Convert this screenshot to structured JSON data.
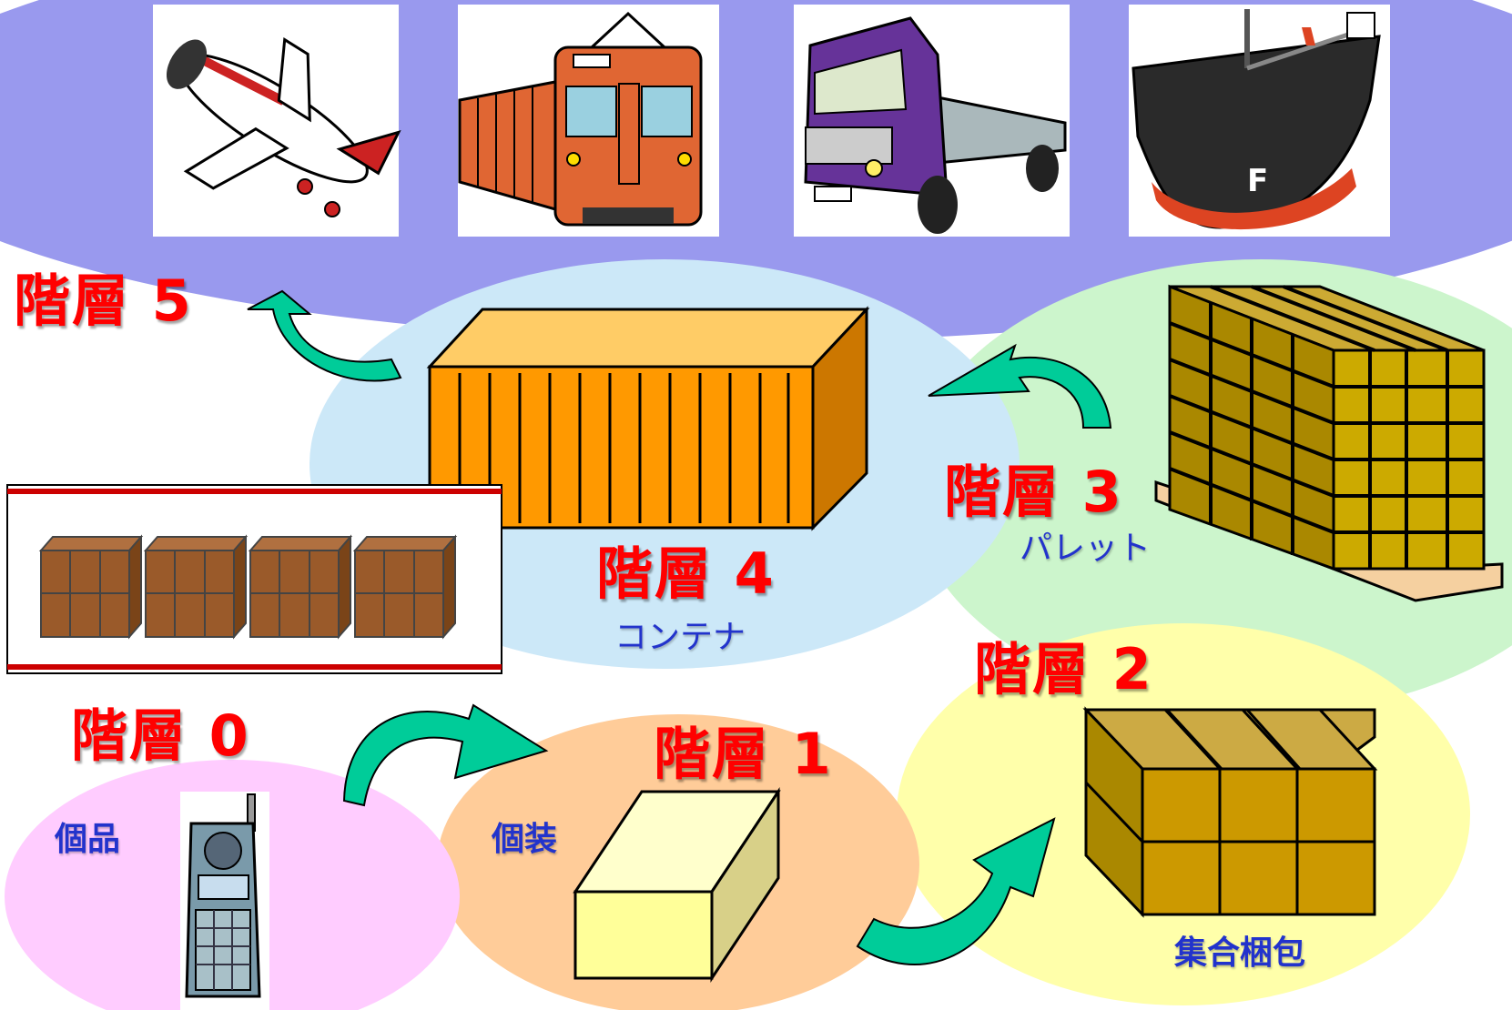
{
  "levels": {
    "l0": {
      "title": "階層 0",
      "sub": "個品"
    },
    "l1": {
      "title": "階層 1",
      "sub": "個装"
    },
    "l2": {
      "title": "階層 2",
      "sub": "集合梱包"
    },
    "l3": {
      "title": "階層 3",
      "sub": "パレット"
    },
    "l4": {
      "title": "階層 4",
      "sub": "コンテナ"
    },
    "l5": {
      "title": "階層 5"
    }
  },
  "colors": {
    "title_red": "#ff0000",
    "sub_blue": "#2233cc",
    "ellipse_transport": "#9999ee",
    "ellipse_container": "#cce8f8",
    "ellipse_pallet": "#ccf5cc",
    "ellipse_bundle": "#ffffaa",
    "ellipse_package": "#ffcc99",
    "ellipse_item": "#ffccff",
    "arrow_teal": "#00cc99",
    "box_gold": "#cc9900",
    "container_orange": "#ff9900"
  },
  "icons": [
    "airplane-icon",
    "train-icon",
    "truck-icon",
    "ship-icon",
    "container-icon",
    "pallet-icon",
    "bundle-boxes-icon",
    "single-package-icon",
    "mobile-phone-icon",
    "cartons-row-icon",
    "cycle-arrow-icon"
  ]
}
